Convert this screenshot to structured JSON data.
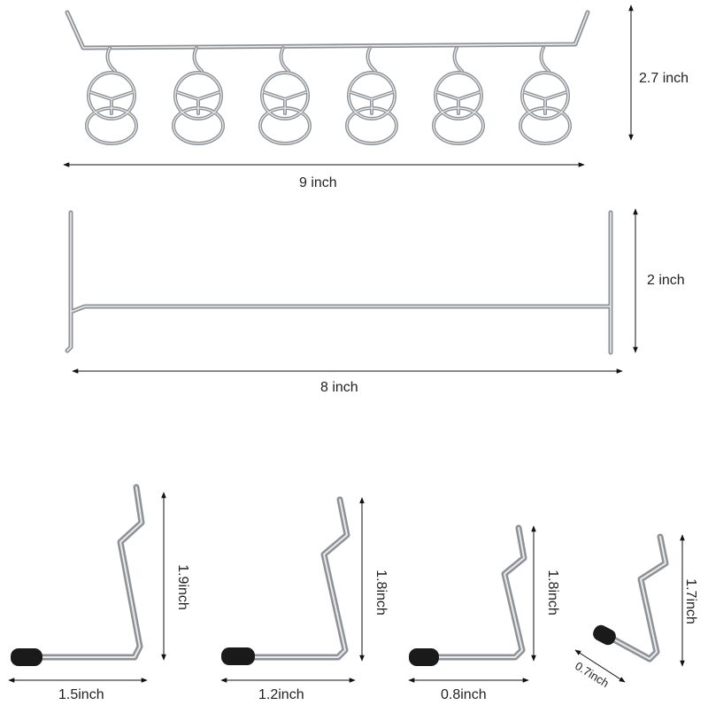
{
  "colors": {
    "metal": "#9a9ea3",
    "metal_highlight": "#e4e6e8",
    "rubber_tip": "#1a1a1a",
    "dimension_line": "#111111"
  },
  "products": {
    "loop_hook_rack": {
      "width_label": "9 inch",
      "height_label": "2.7 inch",
      "loop_count": 6
    },
    "straight_bar": {
      "width_label": "8 inch",
      "height_label": "2 inch"
    },
    "l_hooks": [
      {
        "length_label": "1.5inch",
        "height_label": "1.9inch"
      },
      {
        "length_label": "1.2inch",
        "height_label": "1.8inch"
      },
      {
        "length_label": "0.8inch",
        "height_label": "1.8inch"
      },
      {
        "length_label": "0.7inch",
        "height_label": "1.7inch"
      }
    ]
  }
}
